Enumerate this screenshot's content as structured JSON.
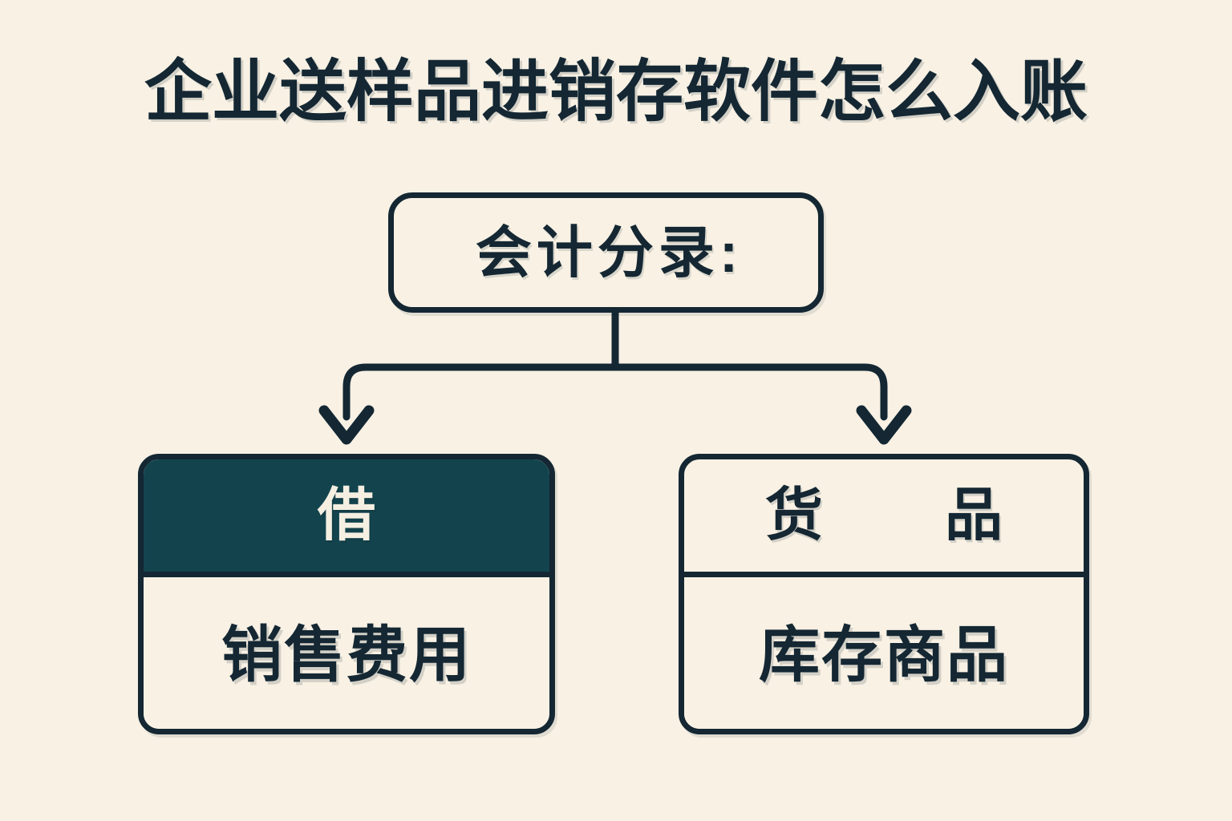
{
  "page": {
    "title": "企业送样品进销存软件怎么入账",
    "background_color": "#f8f1e4",
    "stroke_color": "#142733",
    "accent_fill_color": "#13444e",
    "accent_text_color": "#f5efe2"
  },
  "diagram": {
    "type": "flowchart",
    "root": {
      "label": "会计分录:"
    },
    "branches": [
      {
        "id": "debit",
        "header": "借",
        "header_style": "filled",
        "body": "销售费用"
      },
      {
        "id": "credit",
        "header": "货 品",
        "header_style": "plain",
        "body": "库存商品"
      }
    ]
  }
}
